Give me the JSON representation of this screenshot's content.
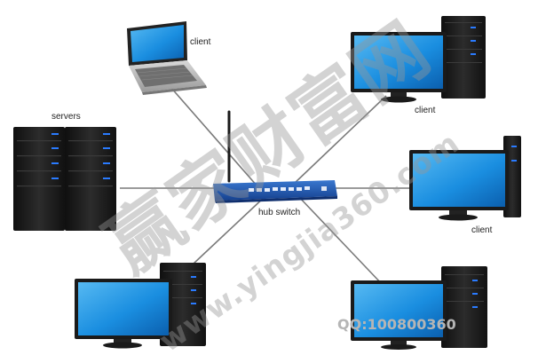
{
  "diagram": {
    "hub": {
      "label": "hub switch"
    },
    "nodes": [
      {
        "id": "laptop-client",
        "label": "client"
      },
      {
        "id": "client-top-right",
        "label": "client"
      },
      {
        "id": "client-right",
        "label": "client"
      },
      {
        "id": "servers",
        "label": "servers"
      }
    ]
  },
  "watermark": {
    "chinese": "赢家财富网",
    "url": "www.yingjia360.com",
    "qq": "QQ:100800360"
  },
  "colors": {
    "screen": "#1a8ee0",
    "tower": "#1c1c1c",
    "switch": "#1d4fa5",
    "cable": "#7a7a7a",
    "led": "#2a7bff"
  },
  "icons": [
    "laptop-icon",
    "desktop-computer-icon",
    "server-rack-icon",
    "switch-icon",
    "antenna-icon"
  ]
}
